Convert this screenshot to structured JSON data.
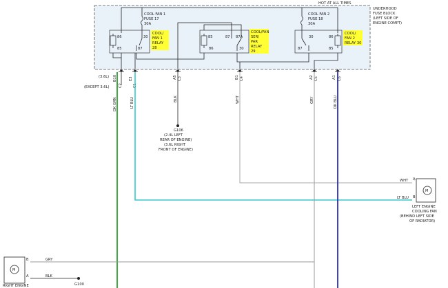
{
  "fuse_block": {
    "hot_label": "HOT AT ALL TIMES",
    "title_lines": [
      "UNDERHOOD",
      "FUSE BLOCK",
      "(LEFT SIDE OF",
      "ENGINE COMPT)"
    ],
    "fan1_fuse_lines": [
      "COOL FAN 1",
      "FUSE 17",
      "30A"
    ],
    "fan2_fuse_lines": [
      "COOL FAN 2",
      "FUSE 18",
      "30A"
    ]
  },
  "relays": {
    "relay1": {
      "label_lines": [
        "COOL/",
        "FAN 1",
        "RELAY",
        "28"
      ],
      "pins": [
        "86",
        "30",
        "85",
        "87"
      ]
    },
    "relay2": {
      "label_lines": [
        "COOL/FAN",
        "SER/",
        "PAR",
        "RELAY",
        "29"
      ],
      "pins": [
        "85",
        "87",
        "87A",
        "86",
        "30"
      ]
    },
    "relay3": {
      "label_lines": [
        "COOL/",
        "FAN 2",
        "RELAY 30"
      ],
      "pins": [
        "30",
        "86",
        "85",
        "87"
      ]
    }
  },
  "connectors": {
    "b10": "B10",
    "e3": "E3",
    "a5": "A5",
    "b1": "B1",
    "a2": "A2",
    "a1": "A1",
    "c1": "C1",
    "c2": "C2",
    "c3": "C3",
    "c4": "C4",
    "c5": "C5",
    "c6": "C6"
  },
  "wires": {
    "dk_grn": "DK GRN",
    "lt_blu": "LT BLU",
    "blk": "BLK",
    "wht": "WHT",
    "gry": "GRY",
    "dk_blu": "DK BLU"
  },
  "notes": {
    "variant_36l": "(3.6L)",
    "except_36l": "(EXCEPT 3.6L)"
  },
  "ground_g106": {
    "name": "G106",
    "lines": [
      "(2.4L  LEFT",
      "REAR OF ENGINE)",
      "(3.6L  RIGHT",
      "FRONT OF ENGINE)"
    ]
  },
  "left_fan": {
    "pin_a": "A",
    "pin_b": "B",
    "wht_label": "WHT",
    "ltblu_label": "LT BLU",
    "motor_symbol": "M",
    "caption_lines": [
      "LEFT ENGINE",
      "COOLING FAN",
      "(BEHIND LEFT SIDE",
      "OF RADIATOR)"
    ]
  },
  "right_fan": {
    "pin_b": "B",
    "pin_a": "A",
    "gry_label": "GRY",
    "blk_label": "BLK",
    "motor_symbol": "M",
    "caption": "RIGHT ENGINE",
    "ground": "G100"
  }
}
